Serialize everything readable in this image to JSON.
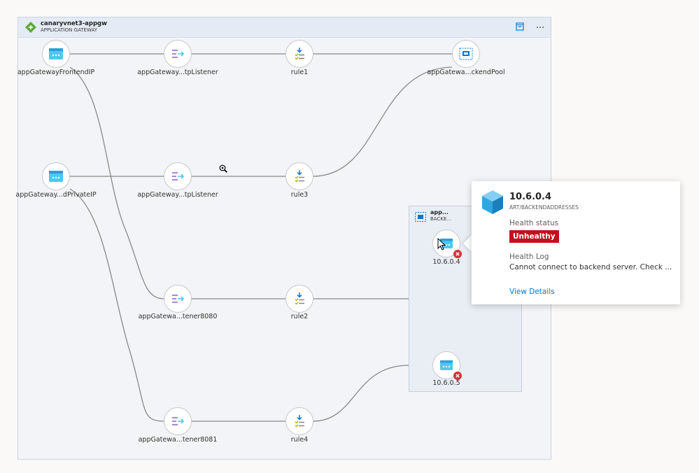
{
  "gateway": {
    "name": "canaryvnet3-appgw",
    "type": "APPLICATION GATEWAY"
  },
  "icons": {
    "gateway": "application-gateway-icon",
    "collapse": "collapse-icon",
    "more": "more-ellipsis-icon",
    "frontend_ip": "frontend-ip-icon",
    "listener": "listener-icon",
    "rule": "routing-rule-icon",
    "backend_pool": "backend-pool-icon",
    "backend_address": "backend-address-icon",
    "error": "error-x-icon",
    "cube": "resource-cube-icon"
  },
  "colors": {
    "accent": "#0078d4",
    "unhealthy": "#c50f1f",
    "error_badge": "#d13438",
    "edge": "#8a8886",
    "icon_cyan": "#50c7f2"
  },
  "nodes": {
    "frontend_public": "appGatewayFrontendIP",
    "frontend_private": "appGateway...dPrivateIP",
    "listener1": "appGateway...tpListener",
    "listener2": "appGateway...tpListener",
    "listener3": "appGatewa...tener8080",
    "listener4": "appGatewa...tener8081",
    "rule1": "rule1",
    "rule2": "rule2",
    "rule3": "rule3",
    "rule4": "rule4",
    "pool1": "appGatewa...ckendPool",
    "addr1": "10.6.0.4",
    "addr2": "10.6.0.5"
  },
  "pool_box": {
    "title": "app...",
    "sub": "BACKE..."
  },
  "tooltip": {
    "title": "10.6.0.4",
    "subtitle": "ART/BACKENDADDRESSES",
    "health_label": "Health status",
    "health_value": "Unhealthy",
    "log_label": "Health Log",
    "log_value": "Cannot connect to backend server. Check ...",
    "link": "View Details"
  }
}
